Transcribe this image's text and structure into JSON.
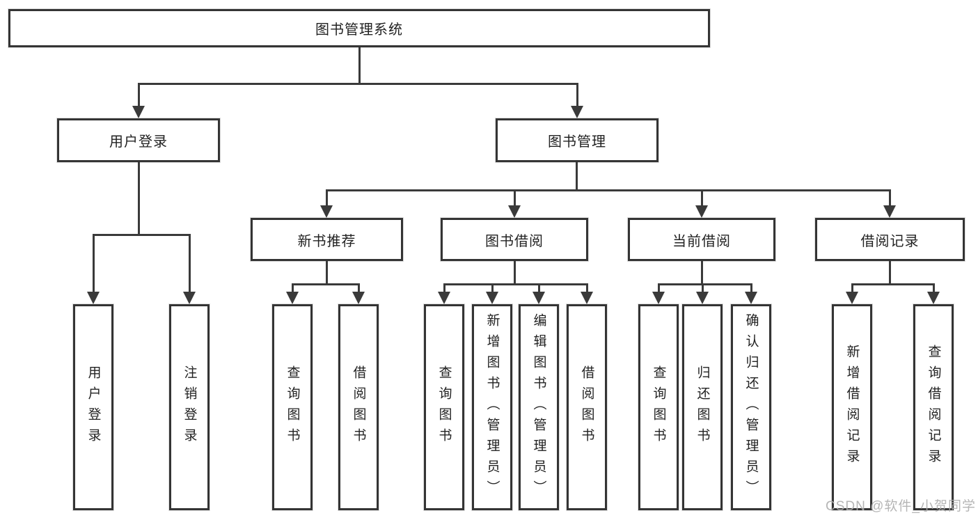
{
  "root": {
    "label": "图书管理系统"
  },
  "level2": {
    "user_login": {
      "label": "用户登录"
    },
    "book_mgmt": {
      "label": "图书管理"
    }
  },
  "level3": {
    "new_books": {
      "label": "新书推荐"
    },
    "book_borrow": {
      "label": "图书借阅"
    },
    "current_borrow": {
      "label": "当前借阅"
    },
    "borrow_history": {
      "label": "借阅记录"
    }
  },
  "leaves": {
    "user_login_leaf": {
      "label": "用户登录"
    },
    "logout": {
      "label": "注销登录"
    },
    "nb_query_books": {
      "label": "查询图书"
    },
    "nb_borrow_books": {
      "label": "借阅图书"
    },
    "bw_query_books": {
      "label": "查询图书"
    },
    "bw_add_books": {
      "label": "新增图书（管理员）"
    },
    "bw_edit_books": {
      "label": "编辑图书（管理员）"
    },
    "bw_borrow_books": {
      "label": "借阅图书"
    },
    "cur_query_books": {
      "label": "查询图书"
    },
    "cur_return_books": {
      "label": "归还图书"
    },
    "cur_confirm_return": {
      "label": "确认归还（管理员）"
    },
    "hist_add_record": {
      "label": "新增借阅记录"
    },
    "hist_query_record": {
      "label": "查询借阅记录"
    }
  },
  "watermark": {
    "text": "CSDN @软件_小贺同学"
  },
  "colors": {
    "box_border": "#343434",
    "line": "#3a3a3a",
    "text": "#222222",
    "watermark": "#aeaeae",
    "background": "#ffffff"
  }
}
